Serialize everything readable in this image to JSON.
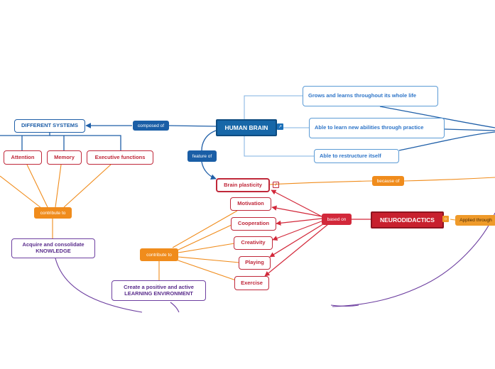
{
  "nodes": {
    "human_brain": "HUMAN BRAIN",
    "different_systems": "DIFFERENT SYSTEMS",
    "attention": "Attention",
    "memory": "Memory",
    "executive_functions": "Executive functions",
    "acquire_knowledge": "Acquire and consolidate KNOWLEDGE",
    "grows_learns": "Grows and learns throughout its whole life",
    "learn_new_abilities": "Able to learn new abilities through practice",
    "restructure": "Able to restructure itself",
    "brain_plasticity": "Brain plasticity",
    "motivation": "Motivation",
    "cooperation": "Cooperation",
    "creativity": "Creativity",
    "playing": "Playing",
    "exercise": "Exercise",
    "learning_environment": "Create a positive and active LEARNING ENVIRONMENT",
    "neurodidactics": "NEURODIDACTICS"
  },
  "links": {
    "composed_of": "composed of",
    "feature_of": "feature of",
    "contribute_to_1": "contribute to",
    "contribute_to_2": "contribute to",
    "because_of": "because of",
    "based_on": "based on",
    "applied_through": "Applied through"
  },
  "icons": {
    "external_link": "external-link-icon",
    "sun": "sun-icon"
  },
  "colors": {
    "blue": "#1f5fa8",
    "light_blue": "#5b9bd5",
    "red": "#c0283a",
    "orange": "#f08c1c",
    "purple": "#6d3fa0"
  }
}
